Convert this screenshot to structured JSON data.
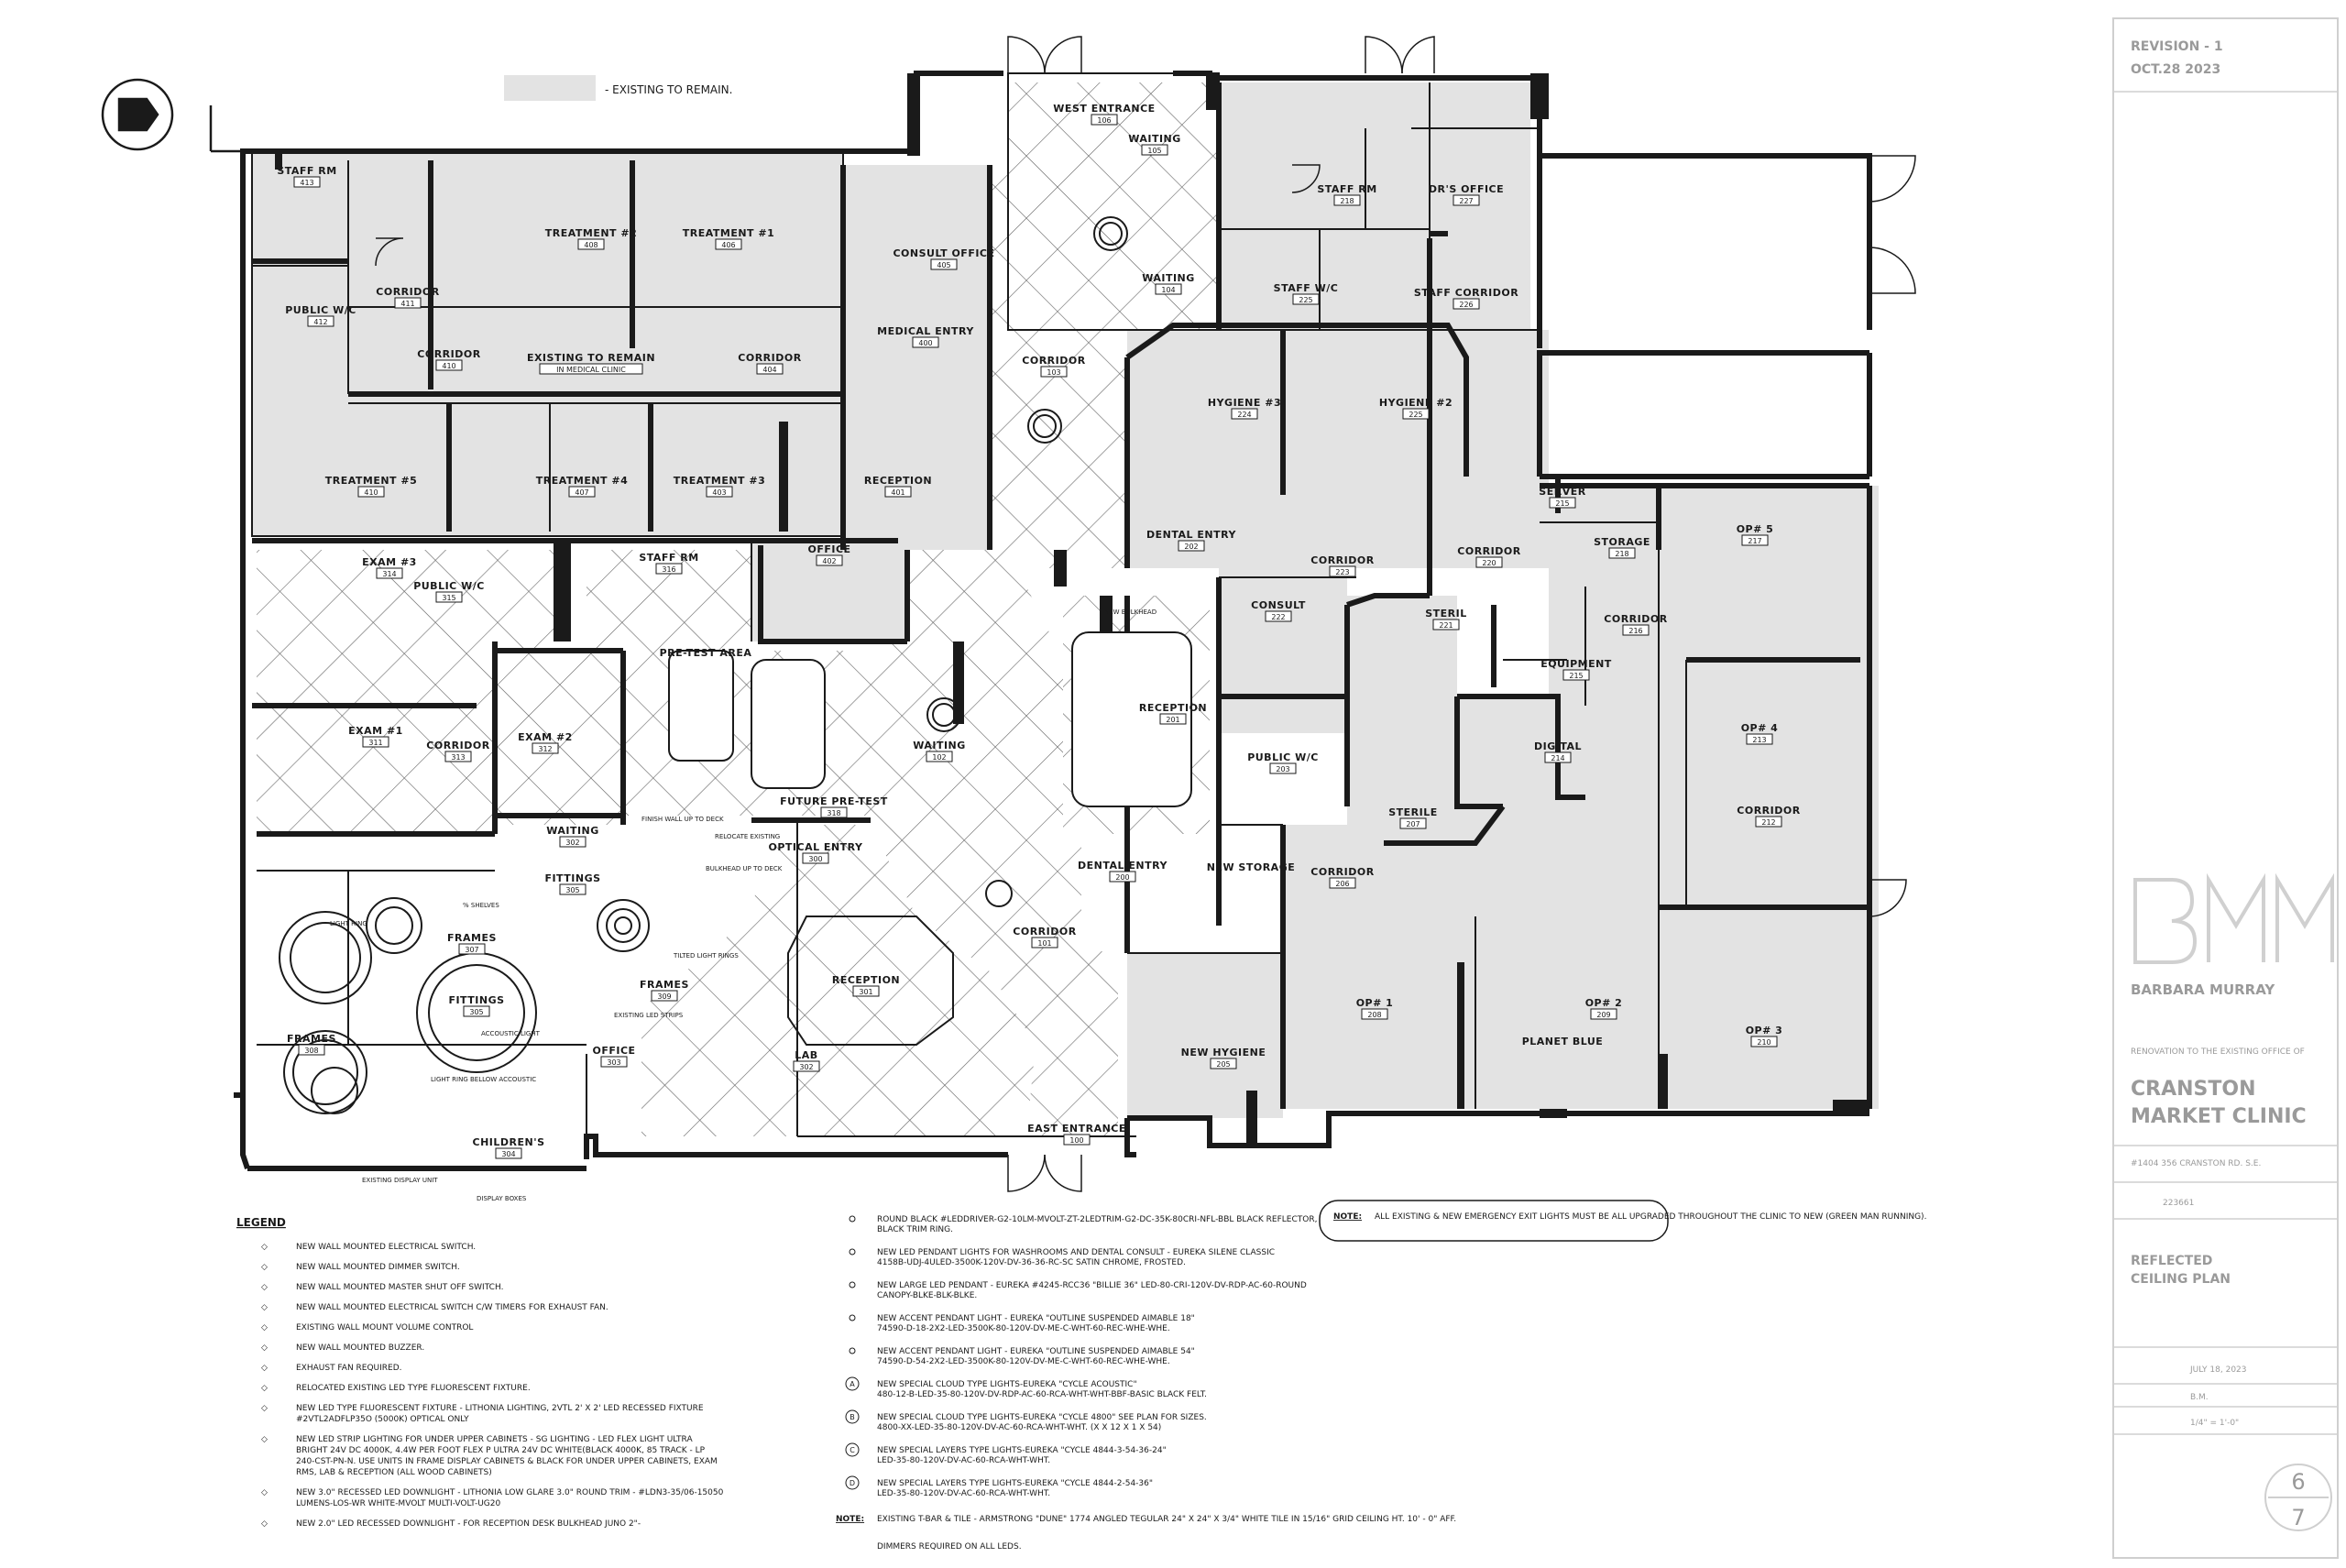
{
  "header": {
    "existing_note": "- EXISTING TO REMAIN."
  },
  "rooms": [
    {
      "name": "STAFF RM",
      "num": "413"
    },
    {
      "name": "TREATMENT #2",
      "num": "408"
    },
    {
      "name": "TREATMENT #1",
      "num": "406"
    },
    {
      "name": "CONSULT OFFICE",
      "num": "405"
    },
    {
      "name": "CORRIDOR",
      "num": "411"
    },
    {
      "name": "PUBLIC W/C",
      "num": "412"
    },
    {
      "name": "CORRIDOR",
      "num": "410"
    },
    {
      "name": "EXISTING TO REMAIN",
      "num": "IN MEDICAL CLINIC"
    },
    {
      "name": "CORRIDOR",
      "num": "404"
    },
    {
      "name": "MEDICAL ENTRY",
      "num": "400"
    },
    {
      "name": "TREATMENT #5",
      "num": "410"
    },
    {
      "name": "TREATMENT #4",
      "num": "407"
    },
    {
      "name": "TREATMENT #3",
      "num": "403"
    },
    {
      "name": "RECEPTION",
      "num": "401"
    },
    {
      "name": "OFFICE",
      "num": "402"
    },
    {
      "name": "EXAM #3",
      "num": "314"
    },
    {
      "name": "PUBLIC W/C",
      "num": "315"
    },
    {
      "name": "STAFF RM",
      "num": "316"
    },
    {
      "name": "PRE-TEST AREA",
      "num": ""
    },
    {
      "name": "EXAM #1",
      "num": "311"
    },
    {
      "name": "CORRIDOR",
      "num": "313"
    },
    {
      "name": "EXAM #2",
      "num": "312"
    },
    {
      "name": "FUTURE PRE-TEST",
      "num": "318"
    },
    {
      "name": "WAITING",
      "num": "302"
    },
    {
      "name": "OPTICAL ENTRY",
      "num": "300"
    },
    {
      "name": "FITTINGS",
      "num": "305"
    },
    {
      "name": "FRAMES",
      "num": "307"
    },
    {
      "name": "FITTINGS",
      "num": "305"
    },
    {
      "name": "FRAMES",
      "num": "309"
    },
    {
      "name": "RECEPTION",
      "num": "301"
    },
    {
      "name": "FRAMES",
      "num": "308"
    },
    {
      "name": "OFFICE",
      "num": "303"
    },
    {
      "name": "LAB",
      "num": "302"
    },
    {
      "name": "CHILDREN'S",
      "num": "304"
    },
    {
      "name": "WEST ENTRANCE",
      "num": "106"
    },
    {
      "name": "WAITING",
      "num": "105"
    },
    {
      "name": "WAITING",
      "num": "104"
    },
    {
      "name": "CORRIDOR",
      "num": "103"
    },
    {
      "name": "WAITING",
      "num": "102"
    },
    {
      "name": "CORRIDOR",
      "num": "101"
    },
    {
      "name": "EAST ENTRANCE",
      "num": "100"
    },
    {
      "name": "STAFF RM",
      "num": "218"
    },
    {
      "name": "DR'S OFFICE",
      "num": "227"
    },
    {
      "name": "STAFF W/C",
      "num": "225"
    },
    {
      "name": "STAFF CORRIDOR",
      "num": "226"
    },
    {
      "name": "HYGIENE #3",
      "num": "224"
    },
    {
      "name": "HYGIENE #2",
      "num": "225"
    },
    {
      "name": "DENTAL ENTRY",
      "num": "202"
    },
    {
      "name": "CORRIDOR",
      "num": "223"
    },
    {
      "name": "CORRIDOR",
      "num": "220"
    },
    {
      "name": "SERVER",
      "num": "215"
    },
    {
      "name": "STORAGE",
      "num": "218"
    },
    {
      "name": "OP# 5",
      "num": "217"
    },
    {
      "name": "CONSULT",
      "num": "222"
    },
    {
      "name": "STERIL",
      "num": "221"
    },
    {
      "name": "CORRIDOR",
      "num": "216"
    },
    {
      "name": "EQUIPMENT",
      "num": "215"
    },
    {
      "name": "RECEPTION",
      "num": "201"
    },
    {
      "name": "PUBLIC W/C",
      "num": "203"
    },
    {
      "name": "DIGITAL",
      "num": "214"
    },
    {
      "name": "OP# 4",
      "num": "213"
    },
    {
      "name": "STERILE",
      "num": "207"
    },
    {
      "name": "CORRIDOR",
      "num": "212"
    },
    {
      "name": "DENTAL ENTRY",
      "num": "200"
    },
    {
      "name": "NEW STORAGE",
      "num": ""
    },
    {
      "name": "CORRIDOR",
      "num": "206"
    },
    {
      "name": "NEW HYGIENE",
      "num": "205"
    },
    {
      "name": "OP# 1",
      "num": "208"
    },
    {
      "name": "OP# 2",
      "num": "209"
    },
    {
      "name": "OP# 3",
      "num": "210"
    },
    {
      "name": "PLANET BLUE",
      "num": ""
    }
  ],
  "annotations": [
    "FINISH WALL UP TO DECK",
    "RELOCATE EXISTING",
    "BULKHEAD UP TO DECK",
    "NEW BULKHEAD",
    "LIGHT RING",
    "TILTED LIGHT RINGS",
    "ACCOUSTIC LIGHT",
    "LIGHT RING BELLOW ACCOUSTIC",
    "EXISTING LED STRIPS",
    "EXISTING DISPLAY UNIT",
    "DISPLAY BOXES",
    "% SHELVES"
  ],
  "legend": {
    "title": "LEGEND",
    "items": [
      "NEW WALL MOUNTED ELECTRICAL SWITCH.",
      "NEW WALL MOUNTED DIMMER SWITCH.",
      "NEW WALL MOUNTED MASTER SHUT OFF SWITCH.",
      "NEW WALL MOUNTED ELECTRICAL SWITCH C/W TIMERS FOR EXHAUST FAN.",
      "EXISTING WALL MOUNT VOLUME CONTROL",
      "NEW WALL MOUNTED BUZZER.",
      "EXHAUST FAN REQUIRED.",
      "RELOCATED EXISTING LED TYPE FLUORESCENT FIXTURE.",
      "NEW LED TYPE FLUORESCENT FIXTURE - LITHONIA LIGHTING, 2VTL 2' X 2' LED RECESSED FIXTURE #2VTL2ADFLP35O (5000K) OPTICAL ONLY",
      "NEW LED STRIP LIGHTING FOR UNDER UPPER CABINETS - SG LIGHTING - LED FLEX LIGHT ULTRA BRIGHT 24V DC 4000K, 4.4W PER FOOT FLEX P ULTRA 24V DC WHITE(BLACK 4000K, 85 TRACK - LP 240-CST-PN-N. USE UNITS IN FRAME DISPLAY CABINETS & BLACK FOR UNDER UPPER CABINETS, EXAM RMS, LAB & RECEPTION (ALL WOOD CABINETS)",
      "NEW 3.0\" RECESSED LED DOWNLIGHT - LITHONIA LOW GLARE 3.0\" ROUND TRIM - #LDN3-35/06-15050 LUMENS-LOS-WR WHITE-MVOLT MULTI-VOLT-UG20",
      "NEW 2.0\" LED RECESSED DOWNLIGHT - FOR RECEPTION DESK BULKHEAD JUNO 2\"-"
    ]
  },
  "fixtures": {
    "items": [
      "ROUND BLACK #LEDDRIVER-G2-10LM-MVOLT-ZT-2LEDTRIM-G2-DC-35K-80CRI-NFL-BBL BLACK REFLECTOR, BLACK TRIM RING.",
      "NEW LED PENDANT LIGHTS FOR WASHROOMS AND DENTAL CONSULT - EUREKA SILENE CLASSIC 4158B-UDJ-4ULED-3500K-120V-DV-36-36-RC-SC SATIN CHROME, FROSTED.",
      "NEW LARGE LED PENDANT - EUREKA #4245-RCC36 \"BILLIE 36\" LED-80-CRI-120V-DV-RDP-AC-60-ROUND CANOPY-BLKE-BLK-BLKE.",
      "NEW ACCENT PENDANT LIGHT - EUREKA \"OUTLINE SUSPENDED AIMABLE 18\" 74590-D-18-2X2-LED-3500K-80-120V-DV-ME-C-WHT-60-REC-WHE-WHE.",
      "NEW ACCENT PENDANT LIGHT - EUREKA \"OUTLINE SUSPENDED AIMABLE 54\" 74590-D-54-2X2-LED-3500K-80-120V-DV-ME-C-WHT-60-REC-WHE-WHE.",
      "NEW SPECIAL CLOUD TYPE LIGHTS-EUREKA \"CYCLE ACOUSTIC\" 480-12-B-LED-35-80-120V-DV-RDP-AC-60-RCA-WHT-WHT-BBF-BASIC BLACK FELT.",
      "NEW SPECIAL CLOUD TYPE LIGHTS-EUREKA \"CYCLE 4800\" SEE PLAN FOR SIZES. 4800-XX-LED-35-80-120V-DV-AC-60-RCA-WHT-WHT. (X X 12 X 1 X 54)",
      "NEW SPECIAL LAYERS TYPE LIGHTS-EUREKA \"CYCLE 4844-3-54-36-24\" LED-35-80-120V-DV-AC-60-RCA-WHT-WHT.",
      "NEW SPECIAL LAYERS TYPE LIGHTS-EUREKA \"CYCLE 4844-2-54-36\" LED-35-80-120V-DV-AC-60-RCA-WHT-WHT."
    ],
    "letters": [
      "A",
      "B",
      "C",
      "D"
    ],
    "note_label": "NOTE:",
    "note_text": "EXISTING T-BAR & TILE - ARMSTRONG \"DUNE\" 1774 ANGLED TEGULAR 24\" X 24\" X 3/4\" WHITE TILE IN 15/16\" GRID CEILING HT. 10' - 0\" AFF.",
    "dimmers_text": "DIMMERS REQUIRED ON ALL LEDS."
  },
  "general_note": {
    "label": "NOTE:",
    "text": "ALL EXISTING & NEW EMERGENCY EXIT LIGHTS MUST BE ALL UPGRADED THROUGHOUT THE CLINIC TO NEW (GREEN MAN RUNNING)."
  },
  "title_block": {
    "revision": "REVISION - 1",
    "revision_date": "OCT.28 2023",
    "firm_name": "BARBARA MURRAY",
    "project_prefix": "RENOVATION TO THE EXISTING OFFICE OF",
    "project_name_1": "CRANSTON",
    "project_name_2": "MARKET CLINIC",
    "address": "#1404 356 CRANSTON RD. S.E.",
    "drawing_title_1": "REFLECTED",
    "drawing_title_2": "CEILING PLAN",
    "date": "JULY 18, 2023",
    "drawn_by": "B.M.",
    "scale": "1/4\" = 1'-0\"",
    "sheet_num": "6",
    "sheet_total": "7"
  },
  "colors": {
    "line": "#1a1a1a",
    "existing_fill": "#e3e3e3",
    "tile_line": "#555555"
  }
}
